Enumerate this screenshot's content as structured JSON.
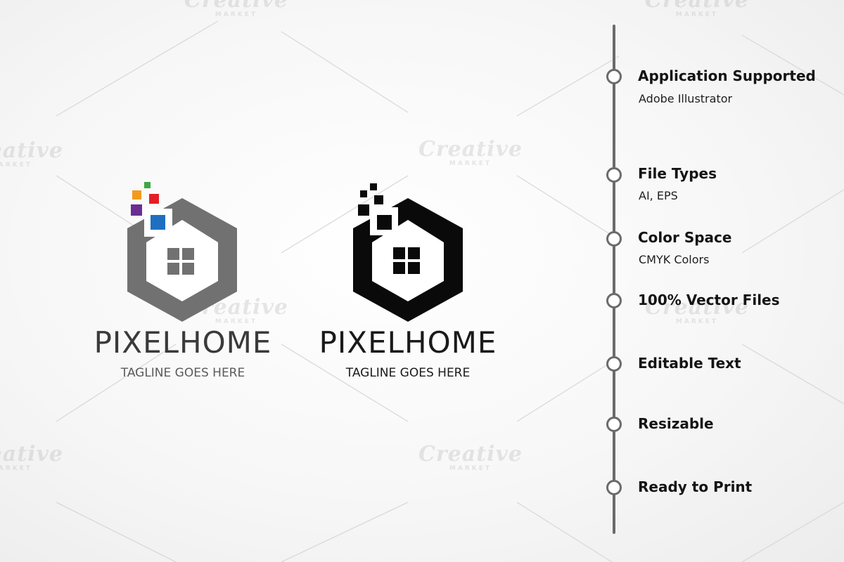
{
  "watermark": {
    "script": "Creative",
    "sub": "MARKET"
  },
  "logos": [
    {
      "variant": "color",
      "name": "PIXELHOME",
      "tagline": "TAGLINE GOES HERE",
      "hex_color": "#717171",
      "name_color": "#3a3a3a",
      "tagline_color": "#5b5b5b",
      "pixel_colors": [
        "#3ea845",
        "#f39a1c",
        "#e41e25",
        "#6a2d91",
        "#1f6fc1"
      ]
    },
    {
      "variant": "black",
      "name": "PIXELHOME",
      "tagline": "TAGLINE GOES HERE",
      "hex_color": "#0a0a0a",
      "name_color": "#1a1a1a",
      "tagline_color": "#1a1a1a",
      "pixel_colors": [
        "#0a0a0a",
        "#0a0a0a",
        "#0a0a0a",
        "#0a0a0a",
        "#0a0a0a"
      ]
    }
  ],
  "features": [
    {
      "title": "Application Supported",
      "subtitle": "Adobe Illustrator"
    },
    {
      "title": "File Types",
      "subtitle": "AI, EPS"
    },
    {
      "title": "Color Space",
      "subtitle": "CMYK Colors"
    },
    {
      "title": "100% Vector Files",
      "subtitle": ""
    },
    {
      "title": "Editable Text",
      "subtitle": ""
    },
    {
      "title": "Resizable",
      "subtitle": ""
    },
    {
      "title": "Ready to Print",
      "subtitle": ""
    }
  ],
  "colors": {
    "timeline": "#6b6b6b",
    "feature_text": "#141414"
  }
}
